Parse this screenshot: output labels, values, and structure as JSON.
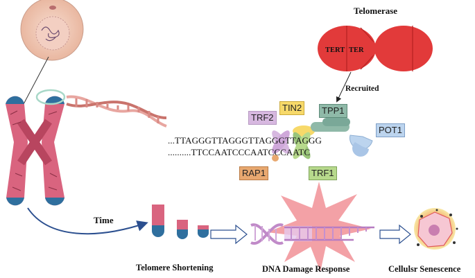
{
  "telomerase": {
    "title": "Telomerase",
    "tert_label": "TERT",
    "ter_label": "TER",
    "recruited_label": "Recruited"
  },
  "shelterin": {
    "trf2": "TRF2",
    "tin2": "TIN2",
    "tpp1": "TPP1",
    "pot1": "POT1",
    "rap1": "RAP1",
    "trf1": "TRF1"
  },
  "sequence": {
    "top_strand": "...TTAGGGTTAGGGTTAGGGTTAGGG",
    "bottom_strand": "..........TTCCAATCCCAATCCCAATC"
  },
  "time_label": "Time",
  "stages": {
    "shortening": "Telomere Shortening",
    "damage": "DNA Damage Response",
    "senescence": "Cellulsr Senescence"
  },
  "colors": {
    "chromosome": "#d9647f",
    "telomere_cap": "#2f6f9e",
    "telomerase": "#e23a3a",
    "trf2": "#d7b8e0",
    "tin2": "#f7d96a",
    "tpp1": "#8fb9a8",
    "pot1": "#bcd4ee",
    "rap1": "#e8a870",
    "trf1": "#b7d98c",
    "burst": "#f3a1a6",
    "arrow": "#2b4f8f"
  }
}
